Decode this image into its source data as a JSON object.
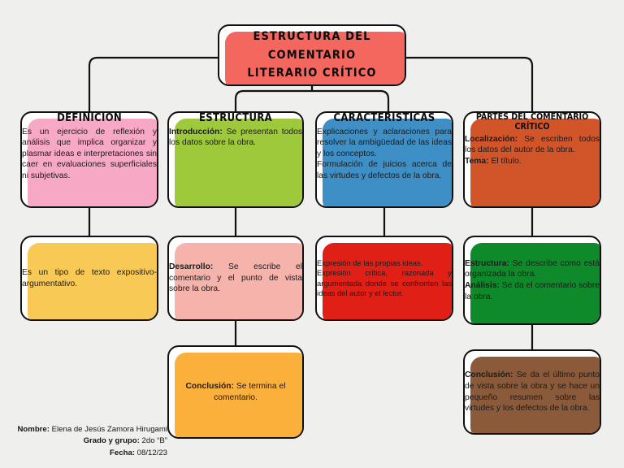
{
  "page": {
    "background": "#efefee",
    "ink": "#111111"
  },
  "root": {
    "line1": "ESTRUCTURA DEL COMENTARIO",
    "line2": "LITERARIO CRÍTICO",
    "shadow_color": "#f4675e"
  },
  "columns": [
    {
      "key": "definicion",
      "title": "DEFINICIÓN",
      "shadow_color": "#f7a8c4",
      "body_plain": "Es un ejercicio de reflexión y análisis que implica organizar y plasmar ideas e interpretaciones sin caer en evaluaciones superficiales ni subjetivas.",
      "children": [
        {
          "key": "definicion-2",
          "shadow_color": "#f8c955",
          "body_plain": "Es un tipo de texto expositivo-argumentativo."
        }
      ]
    },
    {
      "key": "estructura",
      "title": "ESTRUCTURA",
      "shadow_color": "#9ec93a",
      "body_label": "Introducción:",
      "body_rest": " Se presentan todos los datos sobre la obra.",
      "children": [
        {
          "key": "desarrollo",
          "shadow_color": "#f6b3ac",
          "body_label": "Desarrollo:",
          "body_rest": " Se escribe el comentario y el punto de vista sobre la obra."
        },
        {
          "key": "conclusion-estructura",
          "shadow_color": "#fbb03b",
          "body_label": "Conclusión:",
          "body_rest": " Se termina el comentario."
        }
      ]
    },
    {
      "key": "caracteristicas",
      "title": "CARACTERÍSTICAS",
      "shadow_color": "#3d8fc6",
      "body_plain": "Explicaciones y aclaraciones para resolver la ambigüedad de las ideas y los conceptos.\nFormulación de juicios acerca de las virtudes y defectos de la obra.",
      "children": [
        {
          "key": "caracteristicas-2",
          "shadow_color": "#e01f16",
          "body_plain": "Expresión de las propias ideas.\nExpresión crítica, razonada y argumentada donde se confronten las ideas del autor y el lector."
        }
      ]
    },
    {
      "key": "partes",
      "title": "PARTES DEL COMENTARIO CRÍTICO",
      "shadow_color": "#d2552a",
      "body_label": "Localización:",
      "body_rest": " Se escriben todos los datos del autor de la obra.",
      "body_label2": "Tema:",
      "body_rest2": " El título.",
      "children": [
        {
          "key": "partes-2",
          "shadow_color": "#0e8a2b",
          "body_label": "Estructura:",
          "body_rest": " Se describe como está organizada la obra.",
          "body_label2": "Análisis:",
          "body_rest2": " Se da el comentario sobre la obra."
        },
        {
          "key": "conclusion-partes",
          "shadow_color": "#8a5a3b",
          "body_label": "Conclusión:",
          "body_rest": " Se da el último punto de vista sobre la obra y se hace un pequeño resumen sobre las virtudes y los defectos de la obra."
        }
      ]
    }
  ],
  "footer": {
    "name_label": "Nombre:",
    "name_value": " Elena de Jesús Zamora Hirugami",
    "grade_label": "Grado y grupo:",
    "grade_value": " 2do “B”",
    "date_label": "Fecha:",
    "date_value": " 08/12/23"
  }
}
